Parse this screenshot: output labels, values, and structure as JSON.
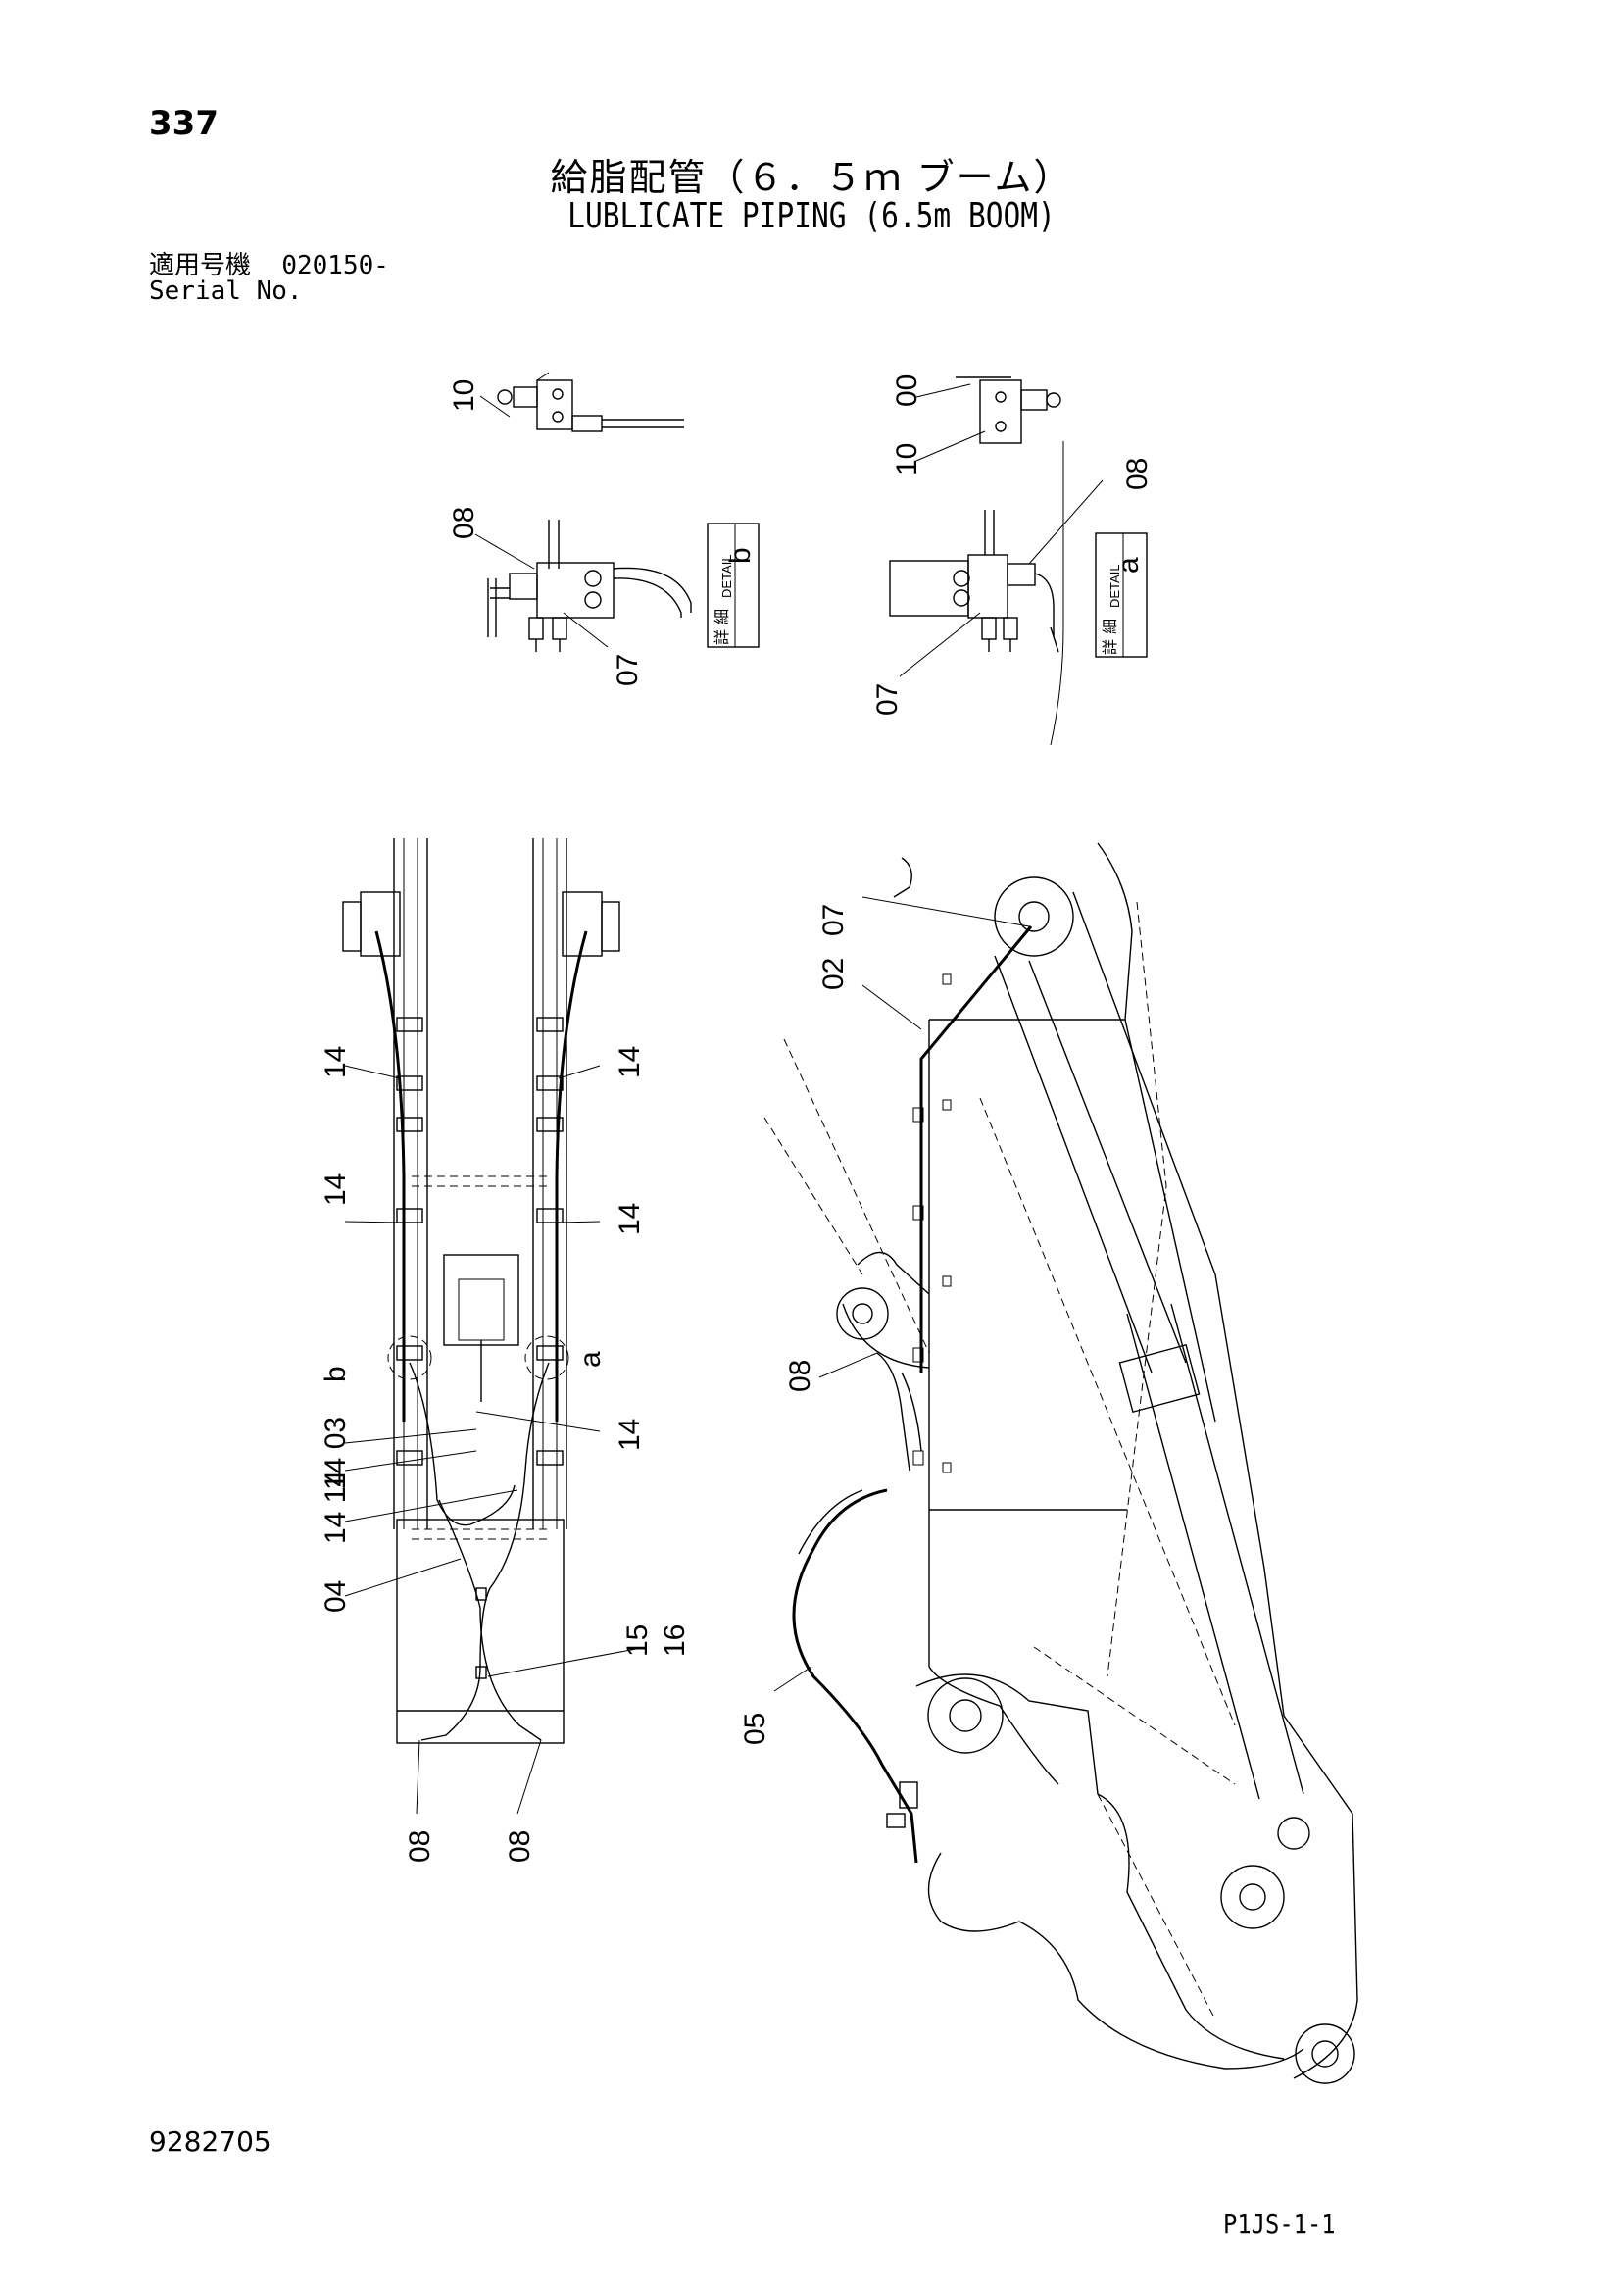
{
  "header": {
    "page_number": "337",
    "title_jp": "給脂配管（６．５ｍ ブーム）",
    "title_en": "LUBLICATE PIPING (6.5m BOOM)",
    "serial_label_jp": "適用号機",
    "serial_value": "020150-",
    "serial_label_en": "Serial No."
  },
  "footer": {
    "document_number": "9282705",
    "sheet_code": "P1JS-1-1"
  },
  "details": {
    "detail_b": {
      "letter": "b",
      "kanji": "詳 細",
      "word": "DETAIL"
    },
    "detail_a": {
      "letter": "a",
      "kanji": "詳 細",
      "word": "DETAIL"
    }
  },
  "callouts": {
    "b_10": "10",
    "b_08": "08",
    "b_07": "07",
    "a_00": "00",
    "a_10": "10",
    "a_08": "08",
    "a_07": "07",
    "p_14_1": "14",
    "p_14_2": "14",
    "p_14_3": "14",
    "p_14_4": "14",
    "p_14_5": "14",
    "p_group_14_03": "14 03",
    "p_group_14_14": "14 14",
    "p_04": "04",
    "p_15": "15",
    "p_16": "16",
    "p_08_left": "08",
    "p_08_right": "08",
    "p_b": "b",
    "p_a": "a",
    "s_07": "07",
    "s_02": "02",
    "s_08": "08",
    "s_05": "05"
  }
}
